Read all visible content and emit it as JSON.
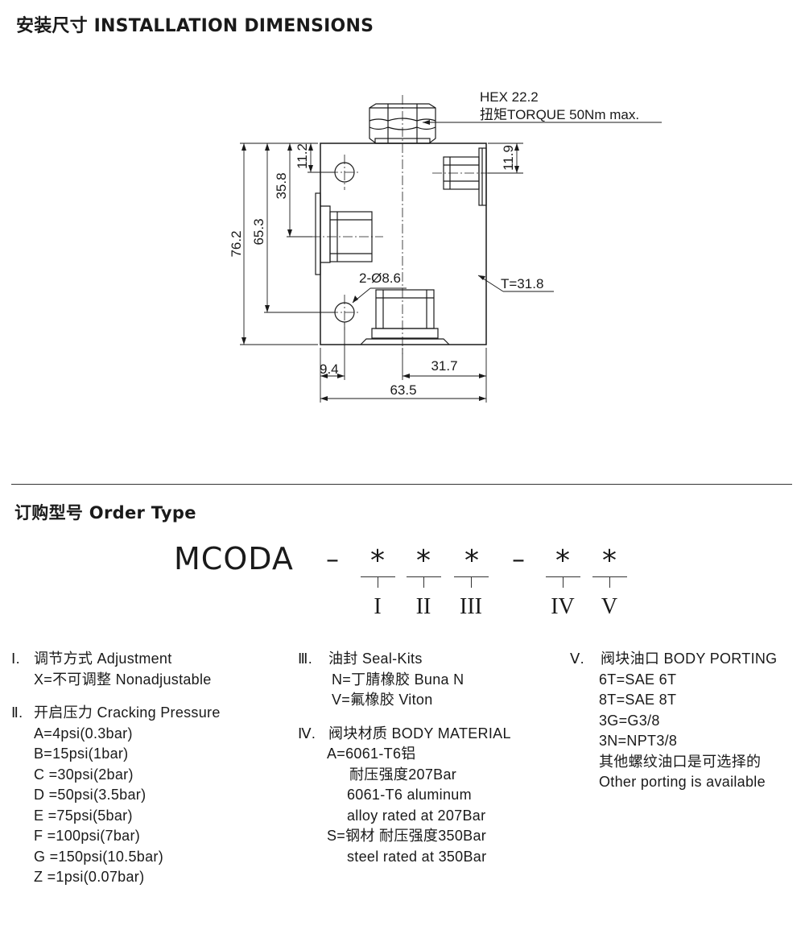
{
  "installation": {
    "title": "安装尺寸 INSTALLATION DIMENSIONS",
    "hex_label": "HEX 22.2",
    "torque_label": "扭矩TORQUE 50Nm max.",
    "dims": {
      "d76_2": "76.2",
      "d65_3": "65.3",
      "d35_8": "35.8",
      "d11_2": "11.2",
      "d11_9": "11.9",
      "holes": "2-Ø8.6",
      "thickness": "T=31.8",
      "d9_4": "9.4",
      "d31_7": "31.7",
      "d63_5": "63.5"
    }
  },
  "order": {
    "title": "订购型号 Order Type",
    "model": "MCODA",
    "dash": "–",
    "star": "*",
    "positions": [
      "I",
      "II",
      "III",
      "IV",
      "V"
    ]
  },
  "legend": {
    "adjustment": {
      "num": "Ⅰ.",
      "title": "调节方式 Adjustment",
      "items": [
        "X=不可调整  Nonadjustable"
      ]
    },
    "cracking": {
      "num": "Ⅱ.",
      "title": "开启压力 Cracking Pressure",
      "items": [
        "A=4psi(0.3bar)",
        "B=15psi(1bar)",
        "C =30psi(2bar)",
        "D =50psi(3.5bar)",
        "E =75psi(5bar)",
        "F =100psi(7bar)",
        "G =150psi(10.5bar)",
        "Z =1psi(0.07bar)"
      ]
    },
    "seal": {
      "num": "Ⅲ.",
      "title": "油封 Seal-Kits",
      "items": [
        "N=丁腈橡胶 Buna  N",
        "V=氟橡胶 Viton"
      ]
    },
    "material": {
      "num": "Ⅳ.",
      "title": "阀块材质 BODY MATERIAL",
      "items": [
        "A=6061-T6铝",
        "耐压强度207Bar",
        "6061-T6 aluminum",
        "alloy rated at 207Bar",
        "S=钢材 耐压强度350Bar",
        "steel rated at 350Bar"
      ]
    },
    "porting": {
      "num": "Ⅴ.",
      "title": "阀块油口 BODY PORTING",
      "items": [
        "6T=SAE 6T",
        "8T=SAE 8T",
        "3G=G3/8",
        "3N=NPT3/8",
        "其他螺纹油口是可选择的",
        "Other porting is available"
      ]
    }
  }
}
